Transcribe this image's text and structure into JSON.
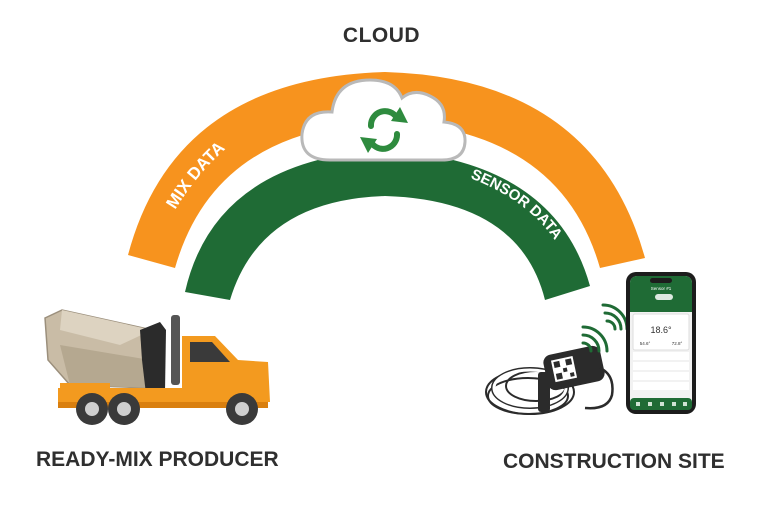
{
  "title": "CLOUD",
  "arcs": {
    "mix_label": "MIX DATA",
    "sensor_label": "SENSOR DATA"
  },
  "nodes": {
    "producer": "READY-MIX PRODUCER",
    "site": "CONSTRUCTION SITE"
  },
  "phone": {
    "header": "Sensor #1",
    "big_value": "18.6°",
    "small_left": "54.6°",
    "small_right": "72.8°"
  },
  "colors": {
    "orange": "#f7931e",
    "green": "#1f6b35",
    "truck_cab": "#f39a1f",
    "drum": "#c9bca6"
  },
  "icons": [
    "cloud-icon",
    "sync-icon",
    "truck-icon",
    "sensor-icon",
    "wireless-signal-icon",
    "smartphone-icon"
  ]
}
